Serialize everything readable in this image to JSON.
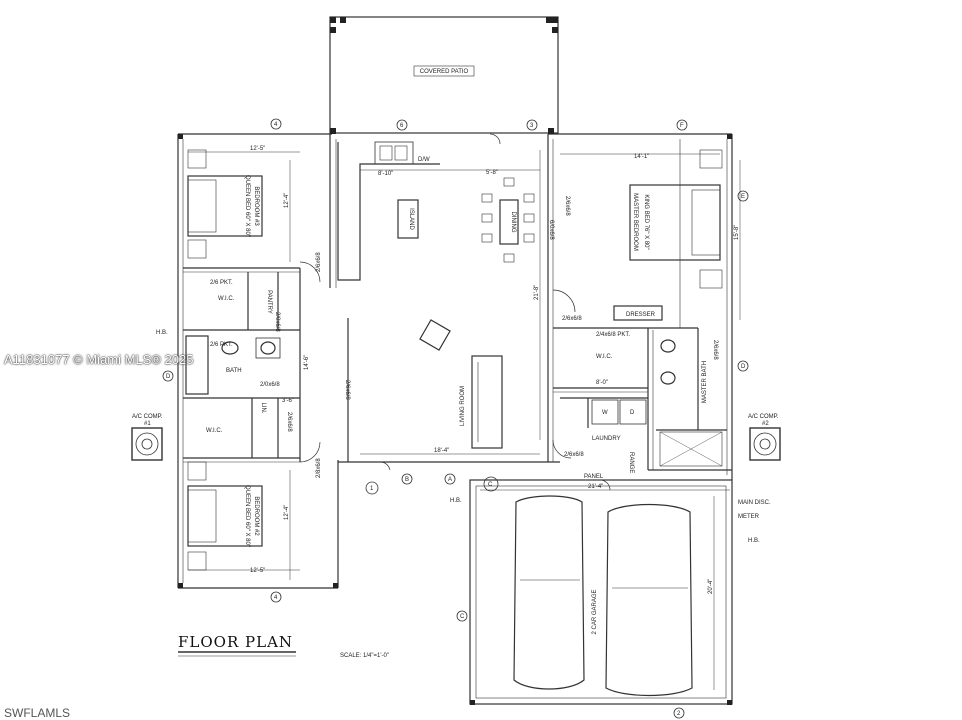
{
  "title": "FLOOR PLAN",
  "scale": "SCALE: 1/4\"=1'-0\"",
  "watermark": "A11831077 © Miami MLS® 2025",
  "brand": "SWFLAMLS",
  "rooms": {
    "covered_patio": "COVERED PATIO",
    "bedroom3": "BEDROOM #3",
    "bedroom3_bed": "QUEEN BED 60\" X 80\"",
    "bedroom2": "BEDROOM #2",
    "bedroom2_bed": "QUEEN BED 60\" X 80\"",
    "master": "MASTER BEDROOM",
    "master_bed": "KING BED 76\" X 80\"",
    "living": "LIVING ROOM",
    "dining": "DINING",
    "island": "ISLAND",
    "wic_left_top": "W.I.C.",
    "wic_left_bottom": "W.I.C.",
    "wic_master": "W.I.C.",
    "bath": "BATH",
    "master_bath": "MASTER BATH",
    "pantry": "PANTRY",
    "laundry": "LAUNDRY",
    "lin": "LIN.",
    "dresser": "DRESSER",
    "panel": "PANEL",
    "garage": "2 CAR GARAGE",
    "dw": "D/W"
  },
  "labels": {
    "ac_left": "A/C COMP.",
    "ac_left_num": "#1",
    "ac_right": "A/C COMP.",
    "ac_right_num": "#2",
    "hb_left": "H.B.",
    "hb_garage": "H.B.",
    "hb_right": "H.B.",
    "main_disc": "MAIN DISC.",
    "meter": "METER",
    "washer": "W",
    "dryer": "D",
    "range": "RANGE"
  },
  "dimensions": {
    "b3_width": "12'-5\"",
    "b2_width": "12'-5\"",
    "master_width": "14'-1\"",
    "kitchen_a": "8'-10\"",
    "kitchen_b": "5'-8\"",
    "living_width": "18'-4\"",
    "garage_width": "21'-4\"",
    "garage_depth": "20'-4\"",
    "b3_depth": "12'-4\"",
    "b2_depth": "12'-4\"",
    "master_depth": "15'-8\"",
    "hall_a": "14'-6\"",
    "hall_b": "3'-6\"",
    "living_depth": "21'-8\"",
    "wic_master_w": "8'-0\"",
    "door_a": "2/6 PKT.",
    "door_b": "2/6 PKT.",
    "door_c": "2/0x6/8",
    "door_d": "2/6x6/8",
    "door_e": "2/4x6/8 PKT.",
    "door_f": "2/6x6/8",
    "door_g": "2/6x6/8",
    "door_h": "2/8x6/8",
    "door_i": "2/0x6/8",
    "door_j": "2/6x6/8",
    "door_k": "2/6x6/8",
    "door_l": "2/6x6/8",
    "door_m": "2/6x6/8",
    "slider": "6/0x6/8"
  },
  "markers": {
    "m4_top": "4",
    "m6": "6",
    "m3": "3",
    "mf": "F",
    "m4_bottom": "4",
    "m2": "2",
    "m1": "1",
    "ma": "A",
    "mb": "B",
    "mc": "C",
    "md": "D",
    "me": "E",
    "md2": "D",
    "mc2": "C"
  }
}
